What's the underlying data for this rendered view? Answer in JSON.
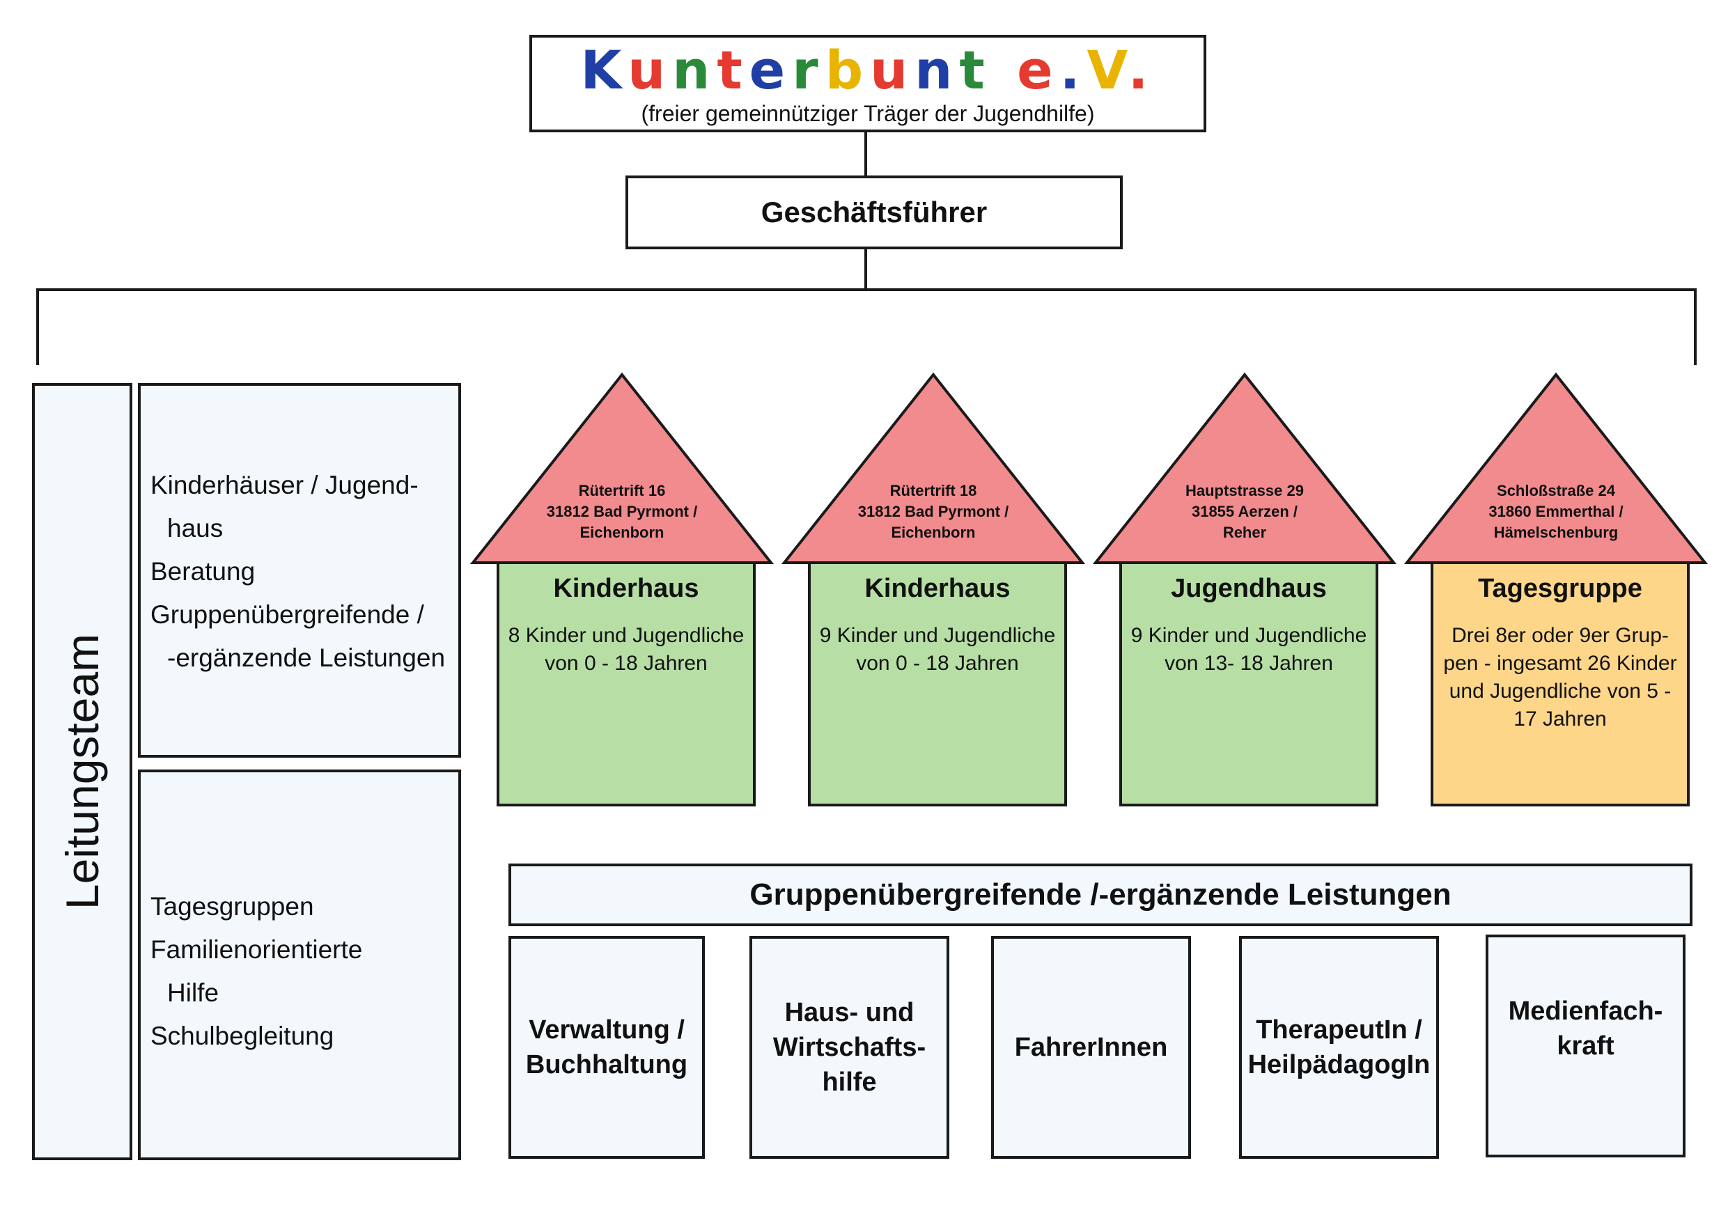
{
  "header": {
    "logo_letters": [
      {
        "ch": "K",
        "color": "#1f3fa6"
      },
      {
        "ch": "u",
        "color": "#e53a2f"
      },
      {
        "ch": "n",
        "color": "#2a8a3a"
      },
      {
        "ch": "t",
        "color": "#e53a2f"
      },
      {
        "ch": "e",
        "color": "#1f3fa6"
      },
      {
        "ch": "r",
        "color": "#2a8a3a"
      },
      {
        "ch": "b",
        "color": "#e8b400"
      },
      {
        "ch": "u",
        "color": "#e53a2f"
      },
      {
        "ch": "n",
        "color": "#1f3fa6"
      },
      {
        "ch": "t",
        "color": "#2a8a3a"
      },
      {
        "ch": " ",
        "color": "#000000"
      },
      {
        "ch": "e",
        "color": "#e53a2f"
      },
      {
        "ch": ".",
        "color": "#1f3fa6"
      },
      {
        "ch": "V",
        "color": "#e8b400"
      },
      {
        "ch": ".",
        "color": "#e53a2f"
      }
    ],
    "subtitle": "(freier gemeinnütziger Träger der Jugendhilfe)"
  },
  "ceo": {
    "label": "Geschäftsführer"
  },
  "leitung": {
    "label": "Leitungsteam"
  },
  "area1": {
    "items": [
      {
        "text": "Kinderhäuser / Jugend-",
        "indent": false
      },
      {
        "text": "haus",
        "indent": true
      },
      {
        "text": "Beratung",
        "indent": false
      },
      {
        "text": "Gruppenübergreifende /",
        "indent": false
      },
      {
        "text": "-ergänzende Leistungen",
        "indent": true
      }
    ]
  },
  "area2": {
    "items": [
      {
        "text": "Tagesgruppen",
        "indent": false
      },
      {
        "text": "Familienorientierte",
        "indent": false
      },
      {
        "text": "Hilfe",
        "indent": true
      },
      {
        "text": "Schulbegleitung",
        "indent": false
      }
    ]
  },
  "houses": [
    {
      "address": [
        "Rütertrift 16",
        "31812 Bad Pyrmont /",
        "Eichenborn"
      ],
      "title": "Kinderhaus",
      "desc": [
        "8 Kinder und Jugendliche",
        "von 0 - 18 Jahren"
      ],
      "body_color": "#b7dfa5",
      "roof_color": "#f28b8e"
    },
    {
      "address": [
        "Rütertrift 18",
        "31812 Bad Pyrmont /",
        "Eichenborn"
      ],
      "title": "Kinderhaus",
      "desc": [
        "9 Kinder und Jugendliche",
        "von 0 - 18 Jahren"
      ],
      "body_color": "#b7dfa5",
      "roof_color": "#f28b8e"
    },
    {
      "address": [
        "Hauptstrasse 29",
        "31855 Aerzen /",
        "Reher"
      ],
      "title": "Jugendhaus",
      "desc": [
        "9 Kinder und Jugendliche",
        "von 13- 18 Jahren"
      ],
      "body_color": "#b7dfa5",
      "roof_color": "#f28b8e"
    },
    {
      "address": [
        "Schloßstraße 24",
        "31860 Emmerthal /",
        "Hämelschenburg"
      ],
      "title": "Tagesgruppe",
      "desc": [
        "Drei 8er oder 9er  Grup-",
        "pen - ingesamt 26 Kinder",
        "und Jugendliche von 5 -",
        "17 Jahren"
      ],
      "body_color": "#fdd68a",
      "roof_color": "#f28b8e"
    }
  ],
  "services": {
    "header": "Gruppenübergreifende /-ergänzende Leistungen",
    "items": [
      {
        "lines": [
          "Verwaltung /",
          "Buchhaltung"
        ]
      },
      {
        "lines": [
          "Haus- und",
          "Wirtschafts-",
          "hilfe"
        ]
      },
      {
        "lines": [
          "FahrerInnen"
        ]
      },
      {
        "lines": [
          "TherapeutIn /",
          "HeilpädagogIn"
        ]
      },
      {
        "lines": [
          "Medienfach-",
          "kraft"
        ]
      }
    ]
  }
}
